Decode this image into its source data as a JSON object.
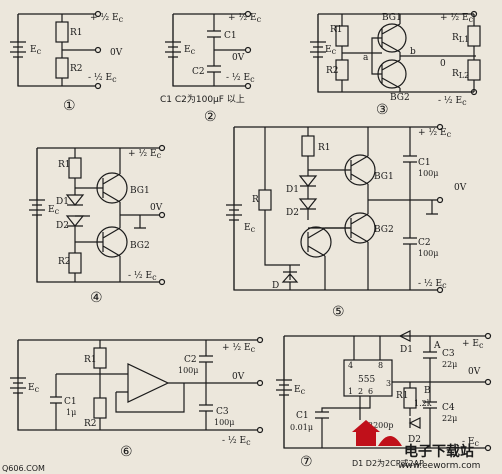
{
  "circuits": {
    "c1": {
      "number": "①",
      "labels": [
        "R1",
        "R2",
        "E",
        "c",
        "+ ½ E",
        "c",
        "0V",
        "- ½ E",
        "c"
      ]
    },
    "c2": {
      "number": "②",
      "labels": [
        "C1",
        "C2",
        "E",
        "c",
        "+ ½ E",
        "c",
        "0V",
        "- ½ E",
        "c"
      ],
      "note": "C1 C2为100μF 以上"
    },
    "c3": {
      "number": "③",
      "labels": [
        "R1",
        "R2",
        "BG1",
        "BG2",
        "a",
        "b",
        "0",
        "R",
        "L1",
        "R",
        "L2",
        "E",
        "c",
        "+ ½ E",
        "c",
        "- ½ E",
        "c"
      ]
    },
    "c4": {
      "number": "④",
      "labels": [
        "R1",
        "R2",
        "D1",
        "D2",
        "BG1",
        "BG2",
        "E",
        "c",
        "+ ½ E",
        "c",
        "0V",
        "- ½ E",
        "c"
      ]
    },
    "c5": {
      "number": "⑤",
      "labels": [
        "R1",
        "R",
        "D1",
        "D2",
        "D",
        "BG1",
        "BG2",
        "C1",
        "100μ",
        "C2",
        "100μ",
        "E",
        "c",
        "+ ½ E",
        "c",
        "0V",
        "- ½ E",
        "c"
      ]
    },
    "c6": {
      "number": "⑥",
      "labels": [
        "R1",
        "R2",
        "C1",
        "1μ",
        "C2",
        "100μ",
        "C3",
        "100μ",
        "E",
        "c",
        "+ ½ E",
        "c",
        "0V",
        "- ½ E",
        "c"
      ]
    },
    "c7": {
      "number": "⑦",
      "labels": [
        "555",
        "4",
        "8",
        "3",
        "1",
        "2",
        "6",
        "D1",
        "D2",
        "C1",
        "0.01μ",
        "C3",
        "22μ",
        "C4",
        "22μ",
        "R1",
        "1.2k",
        "2200p",
        "A",
        "B",
        "E",
        "c",
        "+ E",
        "c",
        "0V",
        "- E",
        "c",
        "D1 D2为2CP或2AP"
      ]
    }
  },
  "watermarks": {
    "left": "Q606.COM",
    "site": "www.eeworm.com",
    "brand_cn": "电子下载站"
  }
}
